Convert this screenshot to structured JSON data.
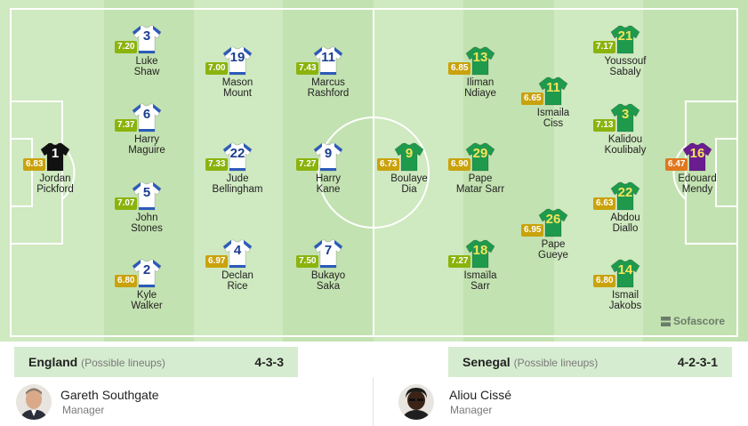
{
  "home": {
    "team": "England",
    "note": "(Possible lineups)",
    "formation": "4-3-3",
    "manager": {
      "name": "Gareth Southgate",
      "role": "Manager"
    },
    "players": [
      {
        "num": "1",
        "first": "Jordan",
        "last": "Pickford",
        "rating": "6.83",
        "kit": "keeper"
      },
      {
        "num": "3",
        "first": "Luke",
        "last": "Shaw",
        "rating": "7.20",
        "kit": "outfield"
      },
      {
        "num": "6",
        "first": "Harry",
        "last": "Maguire",
        "rating": "7.37",
        "kit": "outfield"
      },
      {
        "num": "5",
        "first": "John",
        "last": "Stones",
        "rating": "7.07",
        "kit": "outfield"
      },
      {
        "num": "2",
        "first": "Kyle",
        "last": "Walker",
        "rating": "6.80",
        "kit": "outfield"
      },
      {
        "num": "19",
        "first": "Mason",
        "last": "Mount",
        "rating": "7.00",
        "kit": "outfield"
      },
      {
        "num": "22",
        "first": "Jude",
        "last": "Bellingham",
        "rating": "7.33",
        "kit": "outfield"
      },
      {
        "num": "4",
        "first": "Declan",
        "last": "Rice",
        "rating": "6.97",
        "kit": "outfield"
      },
      {
        "num": "11",
        "first": "Marcus",
        "last": "Rashford",
        "rating": "7.43",
        "kit": "outfield"
      },
      {
        "num": "9",
        "first": "Harry",
        "last": "Kane",
        "rating": "7.27",
        "kit": "outfield"
      },
      {
        "num": "7",
        "first": "Bukayo",
        "last": "Saka",
        "rating": "7.50",
        "kit": "outfield"
      }
    ]
  },
  "away": {
    "team": "Senegal",
    "note": "(Possible lineups)",
    "formation": "4-2-3-1",
    "manager": {
      "name": "Aliou Cissé",
      "role": "Manager"
    },
    "players": [
      {
        "num": "9",
        "first": "Boulaye",
        "last": "Dia",
        "rating": "6.73",
        "kit": "outfield"
      },
      {
        "num": "13",
        "first": "Iliman",
        "last": "Ndiaye",
        "rating": "6.85",
        "kit": "outfield"
      },
      {
        "num": "29",
        "first": "Pape",
        "last": "Matar Sarr",
        "rating": "6.90",
        "kit": "outfield"
      },
      {
        "num": "18",
        "first": "Ismaïla",
        "last": "Sarr",
        "rating": "7.27",
        "kit": "outfield"
      },
      {
        "num": "11",
        "first": "Ismaila",
        "last": "Ciss",
        "rating": "6.65",
        "kit": "outfield"
      },
      {
        "num": "26",
        "first": "Pape",
        "last": "Gueye",
        "rating": "6.95",
        "kit": "outfield"
      },
      {
        "num": "21",
        "first": "Youssouf",
        "last": "Sabaly",
        "rating": "7.17",
        "kit": "outfield"
      },
      {
        "num": "3",
        "first": "Kalidou",
        "last": "Koulibaly",
        "rating": "7.13",
        "kit": "outfield"
      },
      {
        "num": "22",
        "first": "Abdou",
        "last": "Diallo",
        "rating": "6.63",
        "kit": "outfield"
      },
      {
        "num": "14",
        "first": "Ismail",
        "last": "Jakobs",
        "rating": "6.80",
        "kit": "outfield"
      },
      {
        "num": "16",
        "first": "Edouard",
        "last": "Mendy",
        "rating": "6.47",
        "kit": "keeper"
      }
    ]
  },
  "watermark": "Sofascore",
  "colors": {
    "pitch_light": "#cfe9c0",
    "pitch_dark": "#c3e2b1",
    "line": "#ffffff",
    "home_shirt": "#ffffff",
    "home_trim": "#2b5bb8",
    "home_num": "#1c3d8f",
    "home_keeper": "#111111",
    "away_shirt": "#1f9a4d",
    "away_num": "#f5e55a",
    "away_keeper": "#6a1d8f",
    "rating_high": "#8bb30e",
    "rating_mid": "#c9a20c",
    "rating_low": "#e0781e"
  }
}
